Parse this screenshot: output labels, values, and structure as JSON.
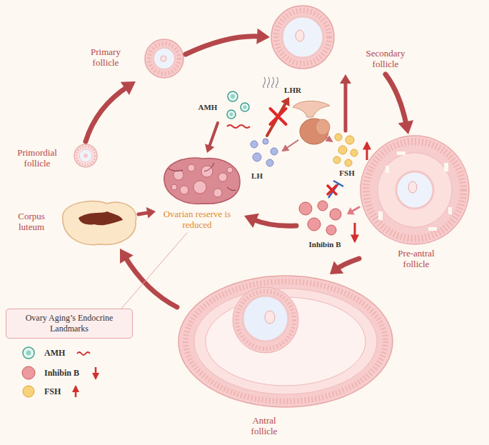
{
  "diagram": {
    "nodes": [
      {
        "text": [
          "Primordial follicle"
        ]
      },
      {
        "text": [
          "Primary follicle"
        ]
      },
      {
        "text": [
          "Secondary follicle"
        ]
      },
      {
        "text": [
          "Pre-antral follicle"
        ]
      },
      {
        "text": [
          "Antral follicle"
        ]
      },
      {
        "text": [
          "Corpus luteum"
        ]
      },
      {
        "text": [
          "Ovarian reserve is reduced"
        ]
      },
      {
        "text": [
          "AMH"
        ]
      },
      {
        "text": [
          "LH"
        ]
      },
      {
        "text": [
          "FSH"
        ]
      },
      {
        "text": [
          "Inhibin B"
        ]
      },
      {
        "text": [
          "LHR"
        ]
      },
      {
        "text": [
          "Ovary Aging’s Endocrine Landmarks"
        ]
      }
    ],
    "edges": [
      {
        "from": 0,
        "to": 1,
        "arrow": "to"
      },
      {
        "from": 1,
        "to": 2,
        "arrow": "to"
      },
      {
        "from": 2,
        "to": 3,
        "arrow": "to"
      },
      {
        "from": 3,
        "to": 4,
        "arrow": "to"
      },
      {
        "from": 4,
        "to": 5,
        "arrow": "to"
      },
      {
        "from": 5,
        "to": 6,
        "arrow": "to"
      },
      {
        "from": 10,
        "to": 6,
        "arrow": "to"
      },
      {
        "from": 7,
        "to": 6,
        "arrow": "to"
      },
      {
        "from": 8,
        "to": 11,
        "arrow": "to"
      },
      {
        "from": 9,
        "to": 2,
        "arrow": "to"
      },
      {
        "from": 3,
        "to": 10,
        "arrow": "to"
      },
      {
        "from": 12,
        "to": 6,
        "arrow": "none"
      }
    ],
    "legend": [
      {
        "text": "AMH"
      },
      {
        "text": "Inhibin B"
      },
      {
        "text": "FSH"
      }
    ]
  }
}
